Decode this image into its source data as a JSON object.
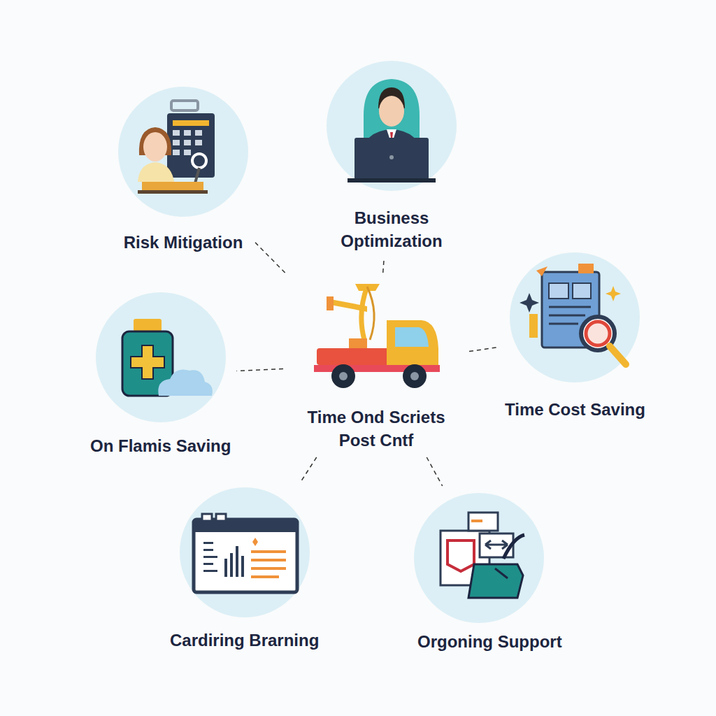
{
  "diagram": {
    "nodes": [
      {
        "text": [
          "Risk Mitigation"
        ]
      },
      {
        "text": [
          "Business Optimization"
        ]
      },
      {
        "text": [
          "On Flamis Saving"
        ]
      },
      {
        "text": [
          "Time Ond Scriets Post Cntf"
        ]
      },
      {
        "text": [
          "Time Cost Saving"
        ]
      },
      {
        "text": [
          "Cardiring Brarning"
        ]
      },
      {
        "text": [
          "Orgoning Support"
        ]
      }
    ],
    "edges": [
      {
        "from": 3,
        "to": 0,
        "arrow": "none"
      },
      {
        "from": 3,
        "to": 1,
        "arrow": "none"
      },
      {
        "from": 3,
        "to": 2,
        "arrow": "none"
      },
      {
        "from": 3,
        "to": 4,
        "arrow": "none"
      },
      {
        "from": 3,
        "to": 5,
        "arrow": "none"
      },
      {
        "from": 3,
        "to": 6,
        "arrow": "none"
      }
    ]
  }
}
